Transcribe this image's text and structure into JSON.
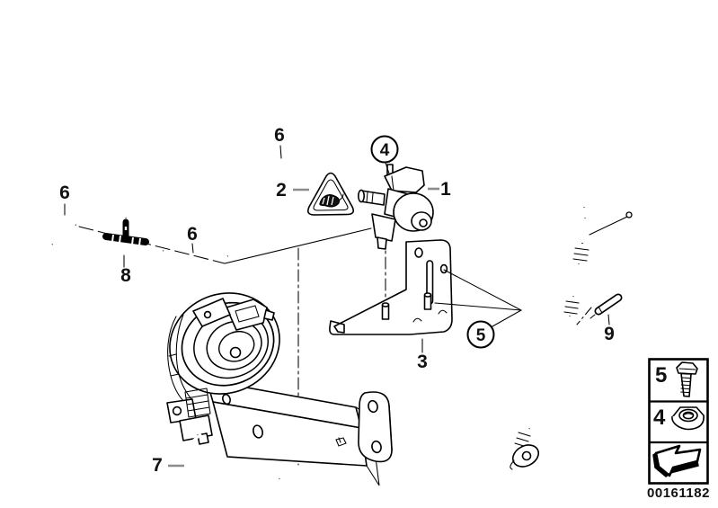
{
  "diagram": {
    "part_number": "00161182",
    "callouts": {
      "n1": "1",
      "n2": "2",
      "n3": "3",
      "n4": "4",
      "n5": "5",
      "n6_top": "6",
      "n6_left": "6",
      "n6_mid": "6",
      "n7": "7",
      "n8": "8",
      "n9": "9"
    },
    "legend": {
      "bolt_label": "5",
      "nut_label": "4",
      "icons": [
        "bolt-icon",
        "flange-nut-icon",
        "direction-arrow-icon"
      ]
    },
    "symbols": {
      "warning_icon": "marten-warning-triangle"
    },
    "colors": {
      "line": "#000000",
      "leader_gray": "#8c8c8c",
      "background": "#ffffff"
    }
  }
}
